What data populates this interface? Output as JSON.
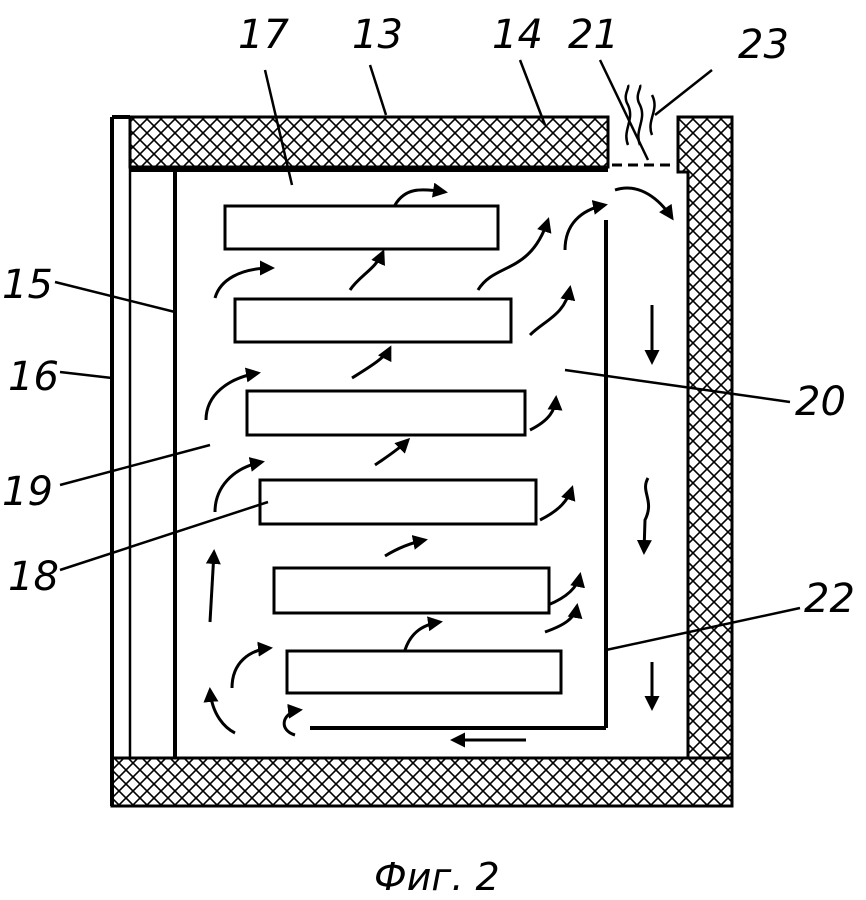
{
  "labels": {
    "l13": "13",
    "l14": "14",
    "l15": "15",
    "l16": "16",
    "l17": "17",
    "l18": "18",
    "l19": "19",
    "l20": "20",
    "l21": "21",
    "l22": "22",
    "l23": "23"
  },
  "caption": "Фиг. 2",
  "colors": {
    "ink": "#000000",
    "paper": "#ffffff"
  }
}
